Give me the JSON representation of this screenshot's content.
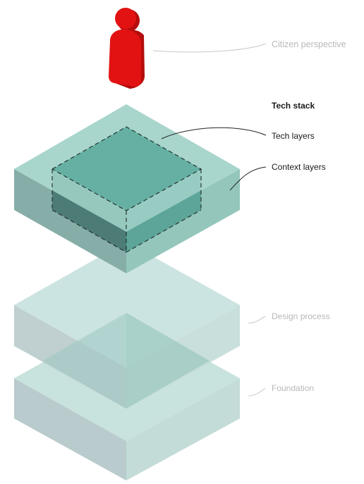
{
  "labels": {
    "citizen_perspective": "Citizen perspective",
    "tech_stack": "Tech stack",
    "tech_layers": "Tech layers",
    "context_layers": "Context layers",
    "design_process": "Design process",
    "foundation": "Foundation"
  },
  "colors": {
    "figure_red": "#e21212",
    "figure_dark_red": "#b50d0d",
    "teal_top": "#9fd0c6",
    "teal_left": "#86ada8",
    "teal_right": "#94c6bc",
    "inner_top": "#65b0a2",
    "inner_left": "#4d7c76",
    "inner_right": "#5ca598",
    "faint_top": "#c8e2de",
    "faint_left": "#b9cbcc",
    "faint_right": "#c3dcd7",
    "faint_inner": "#9fc9c2",
    "label_dark": "#1a1a1a",
    "label_faint": "#b8b8b8",
    "leader_dark": "#222222",
    "leader_faint": "#c8c8c8"
  }
}
